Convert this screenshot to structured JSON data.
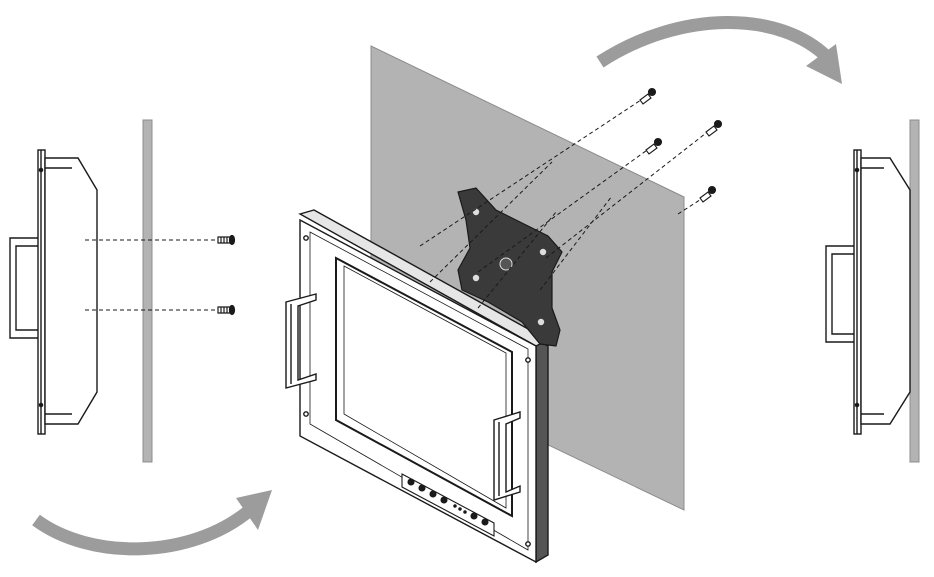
{
  "diagram": {
    "subject": "panel-mount-monitor-vesa-wall-mount-installation",
    "colors": {
      "line": "#1a1a1a",
      "wall": "#b3b3b3",
      "wall_edge": "#8c8c8c",
      "arrow": "#999999",
      "bezel": "#ffffff",
      "screen": "#ffffff",
      "bracket": "#3a3a3a"
    },
    "steps": [
      {
        "id": "side-view-before",
        "screw_count": 2
      },
      {
        "id": "exploded-view",
        "screw_count": 4,
        "bracket": "vesa-plate"
      },
      {
        "id": "side-view-after"
      }
    ],
    "front_panel": {
      "button_count": 6,
      "indicator_count": 3
    },
    "icons": {
      "rotate_arrow_top": "curved-arrow-right",
      "rotate_arrow_bottom": "curved-arrow-right"
    }
  }
}
